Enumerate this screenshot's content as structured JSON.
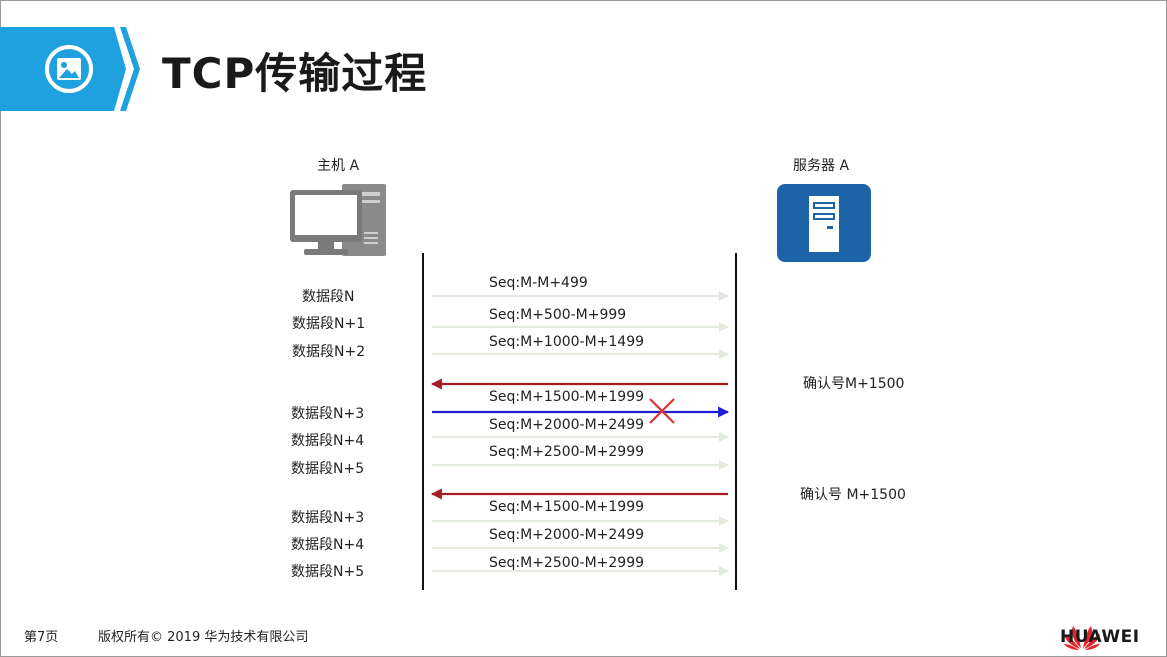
{
  "slide": {
    "title": "TCP传输过程",
    "host_label": "主机 A",
    "server_label": "服务器 A"
  },
  "colors": {
    "title_band": "#1fa1e0",
    "faded_arrow": "#e3ebdf",
    "ack_arrow": "#a61c20",
    "lost_arrow": "#1f1fd1",
    "loss_mark": "#e23030",
    "server_box": "#1c63a8"
  },
  "icons": {
    "title": "picture-icon",
    "host": "desktop-computer-icon",
    "server": "server-icon",
    "loss": "cross-mark-icon",
    "logo": "huawei-petal-logo"
  },
  "left_labels": [
    "数据段N",
    "数据段N+1",
    "数据段N+2",
    "数据段N+3",
    "数据段N+4",
    "数据段N+5",
    "数据段N+3",
    "数据段N+4",
    "数据段N+5"
  ],
  "messages": [
    {
      "label": "Seq:M-M+499",
      "direction": "host-to-server",
      "kind": "data"
    },
    {
      "label": "Seq:M+500-M+999",
      "direction": "host-to-server",
      "kind": "data"
    },
    {
      "label": "Seq:M+1000-M+1499",
      "direction": "host-to-server",
      "kind": "data"
    },
    {
      "label": "",
      "direction": "server-to-host",
      "kind": "ack"
    },
    {
      "label": "Seq:M+1500-M+1999",
      "direction": "host-to-server",
      "kind": "lost"
    },
    {
      "label": "Seq:M+2000-M+2499",
      "direction": "host-to-server",
      "kind": "data"
    },
    {
      "label": "Seq:M+2500-M+2999",
      "direction": "host-to-server",
      "kind": "data"
    },
    {
      "label": "",
      "direction": "server-to-host",
      "kind": "ack"
    },
    {
      "label": "Seq:M+1500-M+1999",
      "direction": "host-to-server",
      "kind": "data"
    },
    {
      "label": "Seq:M+2000-M+2499",
      "direction": "host-to-server",
      "kind": "data"
    },
    {
      "label": "Seq:M+2500-M+2999",
      "direction": "host-to-server",
      "kind": "data"
    }
  ],
  "ack_labels": [
    "确认号M+1500",
    "确认号 M+1500"
  ],
  "footer": {
    "page": "第7页",
    "copyright": "版权所有© 2019 华为技术有限公司",
    "brand": "HUAWEI"
  }
}
